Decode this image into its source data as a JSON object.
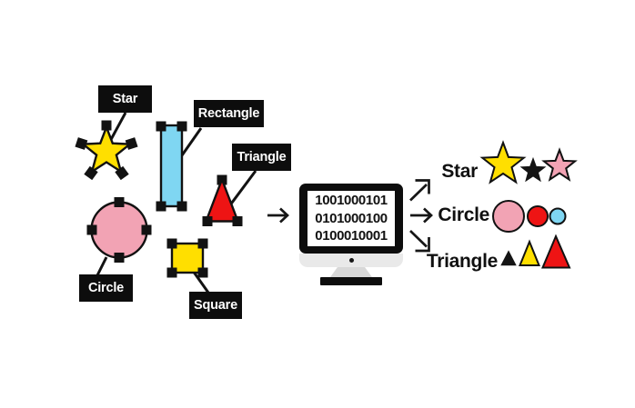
{
  "input_shapes": [
    {
      "label": "Star",
      "shape": "star",
      "color": "yellow"
    },
    {
      "label": "Rectangle",
      "shape": "rectangle",
      "color": "sky_blue"
    },
    {
      "label": "Triangle",
      "shape": "triangle",
      "color": "red"
    },
    {
      "label": "Circle",
      "shape": "circle",
      "color": "pink"
    },
    {
      "label": "Square",
      "shape": "square",
      "color": "yellow"
    }
  ],
  "monitor": {
    "screen_lines": [
      "1001000101",
      "0101000100",
      "0100010001"
    ]
  },
  "output_rows": [
    {
      "label": "Star",
      "items": [
        {
          "shape": "star",
          "color": "yellow",
          "size": "large"
        },
        {
          "shape": "star",
          "color": "black",
          "size": "small"
        },
        {
          "shape": "star",
          "color": "pink",
          "size": "medium"
        }
      ]
    },
    {
      "label": "Circle",
      "items": [
        {
          "shape": "circle",
          "color": "pink",
          "size": "large"
        },
        {
          "shape": "circle",
          "color": "red",
          "size": "medium"
        },
        {
          "shape": "circle",
          "color": "sky_blue",
          "size": "small"
        }
      ]
    },
    {
      "label": "Triangle",
      "items": [
        {
          "shape": "triangle",
          "color": "black",
          "size": "small"
        },
        {
          "shape": "triangle",
          "color": "yellow",
          "size": "medium"
        },
        {
          "shape": "triangle",
          "color": "red",
          "size": "large"
        }
      ]
    }
  ],
  "icons": {
    "monitor": "computer-monitor",
    "input_arrow": "→",
    "output_arrow_up": "↗",
    "output_arrow_right": "→",
    "output_arrow_down": "↘"
  },
  "colors": {
    "yellow": "#ffdf00",
    "red": "#ee1414",
    "pink": "#f2a3b4",
    "sky_blue": "#7fd6f2",
    "black": "#141414",
    "label_bg": "#0d0d0d",
    "label_text": "#ffffff",
    "monitor_bezel": "#e9e9e9"
  }
}
